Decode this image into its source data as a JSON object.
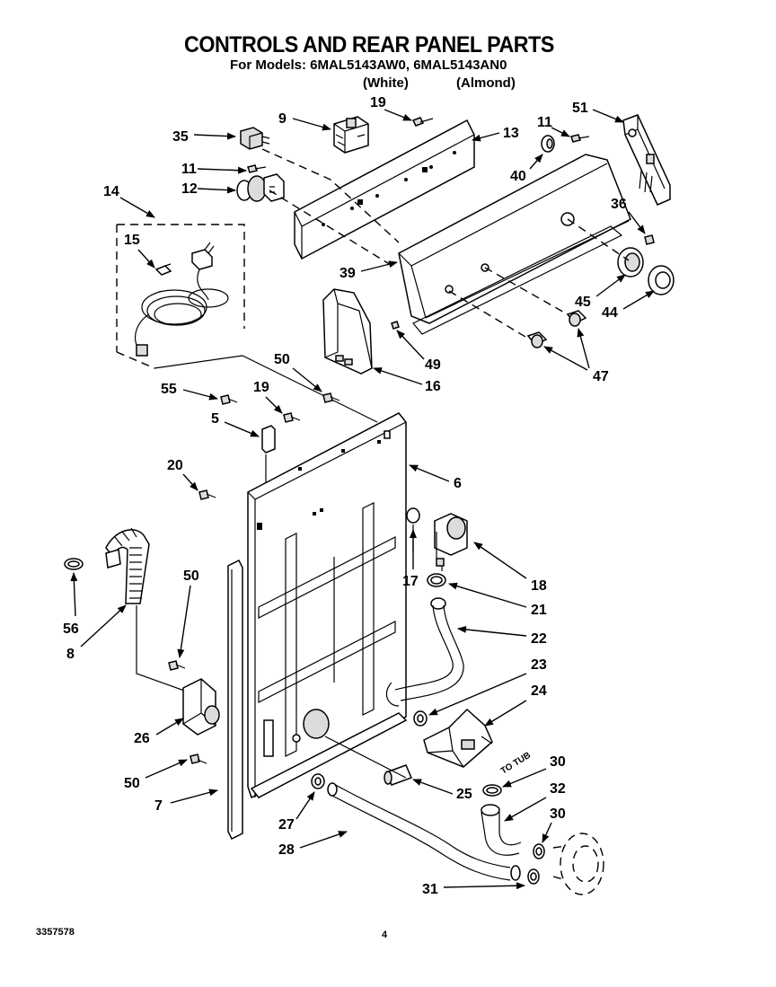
{
  "header": {
    "title": "CONTROLS AND REAR PANEL PARTS",
    "subtitle": "For Models: 6MAL5143AW0,  6MAL5143AN0",
    "variant_white": "(White)",
    "variant_almond": "(Almond)"
  },
  "footer": {
    "doc_number": "3357578",
    "page_number": "4"
  },
  "annotations": {
    "to_tub": "TO TUB"
  },
  "callouts": {
    "c35": "35",
    "c9": "9",
    "c19a": "19",
    "c13": "13",
    "c11a": "11",
    "c51": "51",
    "c40": "40",
    "c11b": "11",
    "c12": "12",
    "c14": "14",
    "c36": "36",
    "c15": "15",
    "c39": "39",
    "c45": "45",
    "c44": "44",
    "c49": "49",
    "c16": "16",
    "c47": "47",
    "c50a": "50",
    "c55": "55",
    "c19b": "19",
    "c5": "5",
    "c20": "20",
    "c6": "6",
    "c17": "17",
    "c18": "18",
    "c21": "21",
    "c50b": "50",
    "c56": "56",
    "c8": "8",
    "c22": "22",
    "c23": "23",
    "c24": "24",
    "c26": "26",
    "c50c": "50",
    "c7": "7",
    "c25": "25",
    "c30a": "30",
    "c32": "32",
    "c30b": "30",
    "c27": "27",
    "c28": "28",
    "c31": "31"
  }
}
